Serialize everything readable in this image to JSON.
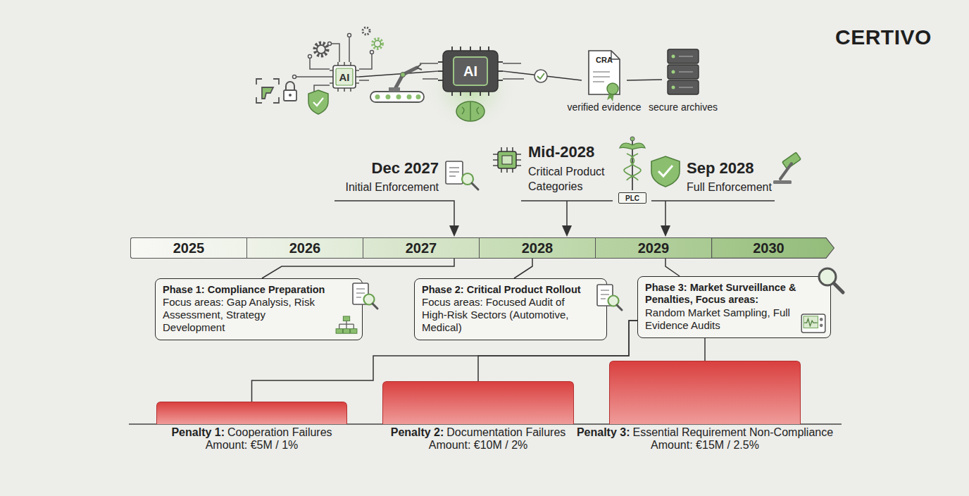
{
  "diagram": {
    "nodes": [
      {
        "text": [
          "AI"
        ]
      },
      {
        "text": [
          "AI"
        ]
      },
      {
        "text": [
          "CRA",
          "verified evidence"
        ]
      },
      {
        "text": [
          "secure archives"
        ]
      },
      {
        "text": [
          "PLC"
        ]
      },
      {
        "text": [
          "2025"
        ]
      },
      {
        "text": [
          "2026"
        ]
      },
      {
        "text": [
          "2027"
        ]
      },
      {
        "text": [
          "2028"
        ]
      },
      {
        "text": [
          "2029"
        ]
      },
      {
        "text": [
          "2030"
        ]
      },
      {
        "text": [
          "Phase 1: Compliance Preparation",
          "Focus areas: Gap Analysis, Risk Assessment, Strategy Development"
        ]
      },
      {
        "text": [
          "Phase 2: Critical Product Rollout",
          "Focus areas: Focused Audit of High-Risk Sectors (Automotive, Medical)"
        ]
      },
      {
        "text": [
          "Phase 3: Market Surveillance & Penalties, Focus areas:",
          "Random Market Sampling, Full Evidence Audits"
        ]
      },
      {
        "text": [
          "Penalty 1:",
          "Cooperation Failures",
          "Amount: €5M / 1%"
        ]
      },
      {
        "text": [
          "Penalty 2:",
          "Documentation Failures",
          "Amount: €10M / 2%"
        ]
      },
      {
        "text": [
          "Penalty 3:",
          "Essential Requirement Non-Compliance",
          "Amount: €15M / 2.5%"
        ]
      }
    ],
    "edges": [
      {
        "from": 0,
        "to": 1,
        "arrow": "none"
      },
      {
        "from": 1,
        "to": 2,
        "arrow": "none"
      },
      {
        "from": 2,
        "to": 3,
        "arrow": "none"
      },
      {
        "from": 14,
        "to": 13,
        "arrow": "none"
      },
      {
        "from": 15,
        "to": 13,
        "arrow": "none"
      },
      {
        "from": 16,
        "to": 13,
        "arrow": "none"
      }
    ],
    "labels": [
      "CERTIVO",
      "Dec 2027",
      "Initial Enforcement",
      "Mid-2028",
      "Critical Product Categories",
      "Sep 2028",
      "Full Enforcement"
    ]
  }
}
